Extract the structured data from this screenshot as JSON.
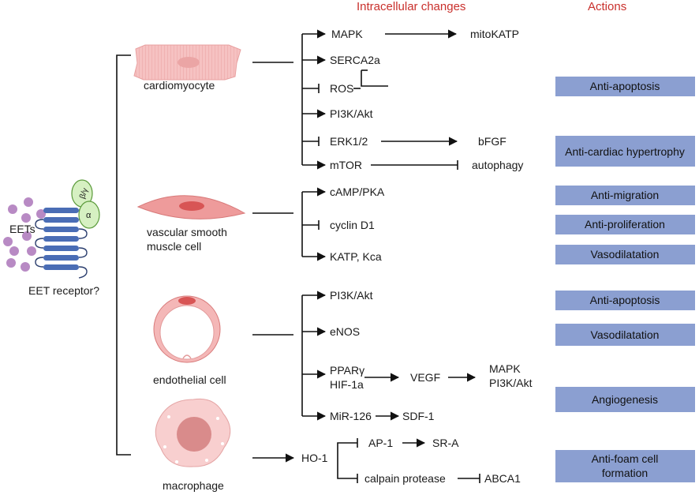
{
  "headers": {
    "intracellular": "Intracellular changes",
    "actions": "Actions"
  },
  "left": {
    "eets": "EETs",
    "receptor": "EET receptor?",
    "beta_gamma": "β/γ",
    "alpha": "α"
  },
  "cells": {
    "cardiomyocyte": "cardiomyocyte",
    "vsmc_line1": "vascular smooth",
    "vsmc_line2": "muscle cell",
    "endothelial": "endothelial cell",
    "macrophage": "macrophage"
  },
  "cardio": {
    "mapk": "MAPK",
    "mitokatp": "mitoKATP",
    "serca": "SERCA2a",
    "ros": "ROS",
    "pi3k": "PI3K/Akt",
    "erk": "ERK1/2",
    "bfgf": "bFGF",
    "mtor": "mTOR",
    "autophagy": "autophagy"
  },
  "vsmc": {
    "camp": "cAMP/PKA",
    "cyclin": "cyclin D1",
    "katp": "KATP, Kca"
  },
  "endo": {
    "pi3k": "PI3K/Akt",
    "enos": "eNOS",
    "ppar": "PPARγ",
    "hif": "HIF-1a",
    "vegf": "VEGF",
    "mapk": "MAPK",
    "pi3k2": "PI3K/Akt",
    "mir": "MiR-126",
    "sdf": "SDF-1"
  },
  "macro": {
    "ho1": "HO-1",
    "ap1": "AP-1",
    "sra": "SR-A",
    "calpain": "calpain protease",
    "abca1": "ABCA1"
  },
  "actions": {
    "a1": "Anti-apoptosis",
    "a2": "Anti-cardiac hypertrophy",
    "a3": "Anti-migration",
    "a4": "Anti-proliferation",
    "a5": "Vasodilatation",
    "a6": "Anti-apoptosis",
    "a7": "Vasodilatation",
    "a8": "Angiogenesis",
    "a9_line1": "Anti-foam cell",
    "a9_line2": "formation"
  },
  "colors": {
    "header_red": "#c9302c",
    "action_box": "#8b9fd1",
    "receptor_blue": "#4a6db5",
    "g_protein_green": "#d6f0c2",
    "ligand_purple": "#b88ac4",
    "cell_pink": "#f4b7b7"
  }
}
